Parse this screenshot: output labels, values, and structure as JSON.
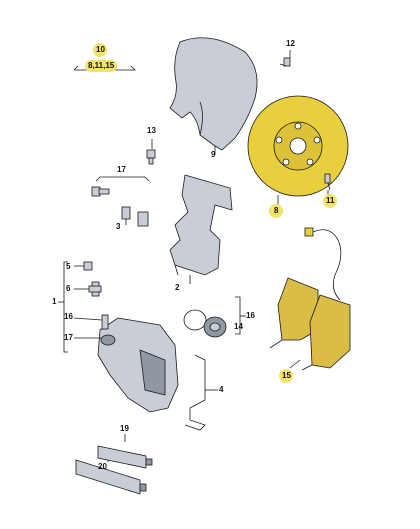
{
  "labels": {
    "l10": "10",
    "l8_11_15": "8,11,15",
    "l12": "12",
    "l9": "9",
    "l13": "13",
    "l8": "8",
    "l11": "11",
    "l17a": "17",
    "l3": "3",
    "l2": "2",
    "l5": "5",
    "l6": "6",
    "l1": "1",
    "l16a": "16",
    "l17b": "17",
    "l16b": "16",
    "l14": "14",
    "l15": "15",
    "l4": "4",
    "l19": "19",
    "l20": "20"
  },
  "colors": {
    "line": "#1a1a1a",
    "metal": "#c8cdd6",
    "metal_dark": "#8f97a3",
    "highlight_part": "#e8cf3d",
    "highlight_label": "#f3e36a",
    "pad": "#d9bd47"
  }
}
